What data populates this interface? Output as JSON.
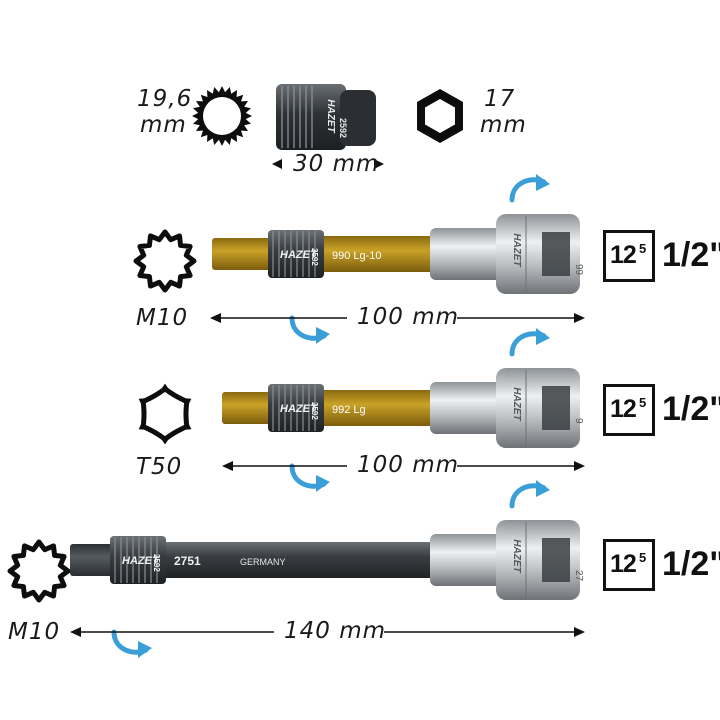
{
  "header": {
    "spline_label_num": "19,6",
    "spline_label_unit": "mm",
    "hex_label_num": "17",
    "hex_label_unit": "mm",
    "width_label": "30 mm",
    "top_socket_marks": [
      "HAZET",
      "2592"
    ]
  },
  "sockets": [
    {
      "profile_icon": "xzn-spline-icon",
      "profile_label": "M10",
      "length_label": "100 mm",
      "shank_marks": [
        "HAZET",
        "2592",
        "990 Lg-10"
      ],
      "socket_marks": [
        "HAZET",
        "99"
      ],
      "bit_color": "#c9a227",
      "drive_box": {
        "main": "12",
        "sup": "5"
      },
      "drive_fraction": "1/2\""
    },
    {
      "profile_icon": "torx-icon",
      "profile_label": "T50",
      "length_label": "100 mm",
      "shank_marks": [
        "HAZET",
        "2592",
        "992 Lg"
      ],
      "socket_marks": [
        "HAZET",
        "9"
      ],
      "bit_color": "#c9a227",
      "drive_box": {
        "main": "12",
        "sup": "5"
      },
      "drive_fraction": "1/2\""
    },
    {
      "profile_icon": "xzn-spline-icon",
      "profile_label": "M10",
      "length_label": "140 mm",
      "shank_marks": [
        "HAZET",
        "2592",
        "2751",
        "GERMANY"
      ],
      "socket_marks": [
        "HAZET",
        "27"
      ],
      "bit_color": "#555b60",
      "drive_box": {
        "main": "12",
        "sup": "5"
      },
      "drive_fraction": "1/2\""
    }
  ],
  "colors": {
    "arrow_blue": "#3a9fd8",
    "chrome": "#c8cbcd",
    "dark_steel": "#3b3f43",
    "gold": "#c9a227"
  }
}
